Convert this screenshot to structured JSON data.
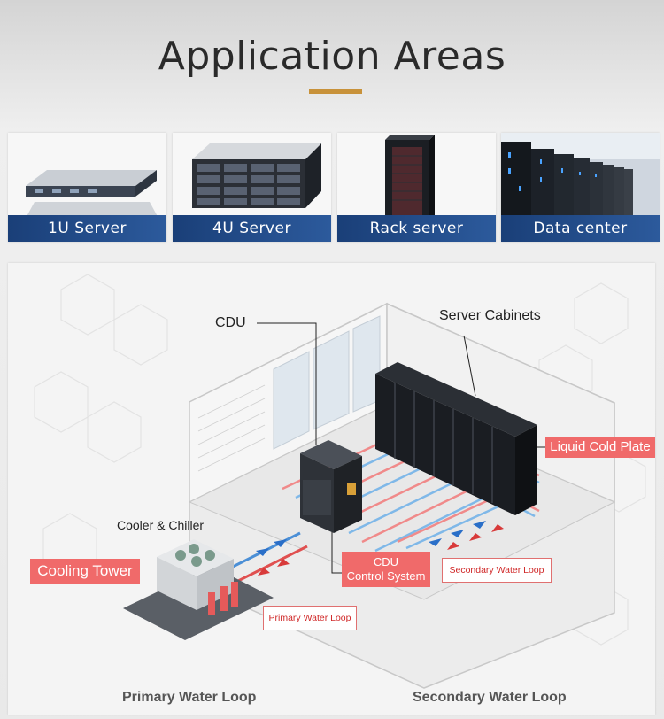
{
  "header": {
    "title": "Application Areas"
  },
  "cards": [
    {
      "label": "1U Server"
    },
    {
      "label": "4U Server"
    },
    {
      "label": "Rack server"
    },
    {
      "label": "Data center"
    }
  ],
  "diagram": {
    "cdu_label": "CDU",
    "server_cabinets_label": "Server Cabinets",
    "liquid_cold_plate_label": "Liquid Cold Plate",
    "cooler_chiller_label": "Cooler & Chiller",
    "cooling_tower_label": "Cooling Tower",
    "cdu_control_line1": "CDU",
    "cdu_control_line2": "Control System",
    "secondary_loop_tag": "Secondary Water Loop",
    "primary_loop_tag": "Primary Water Loop"
  },
  "footer": {
    "primary": "Primary Water Loop",
    "secondary": "Secondary Water Loop"
  },
  "colors": {
    "accent": "#c8923a",
    "card_label_bg": "#1a3f78",
    "red_tag": "#f06a6a"
  }
}
